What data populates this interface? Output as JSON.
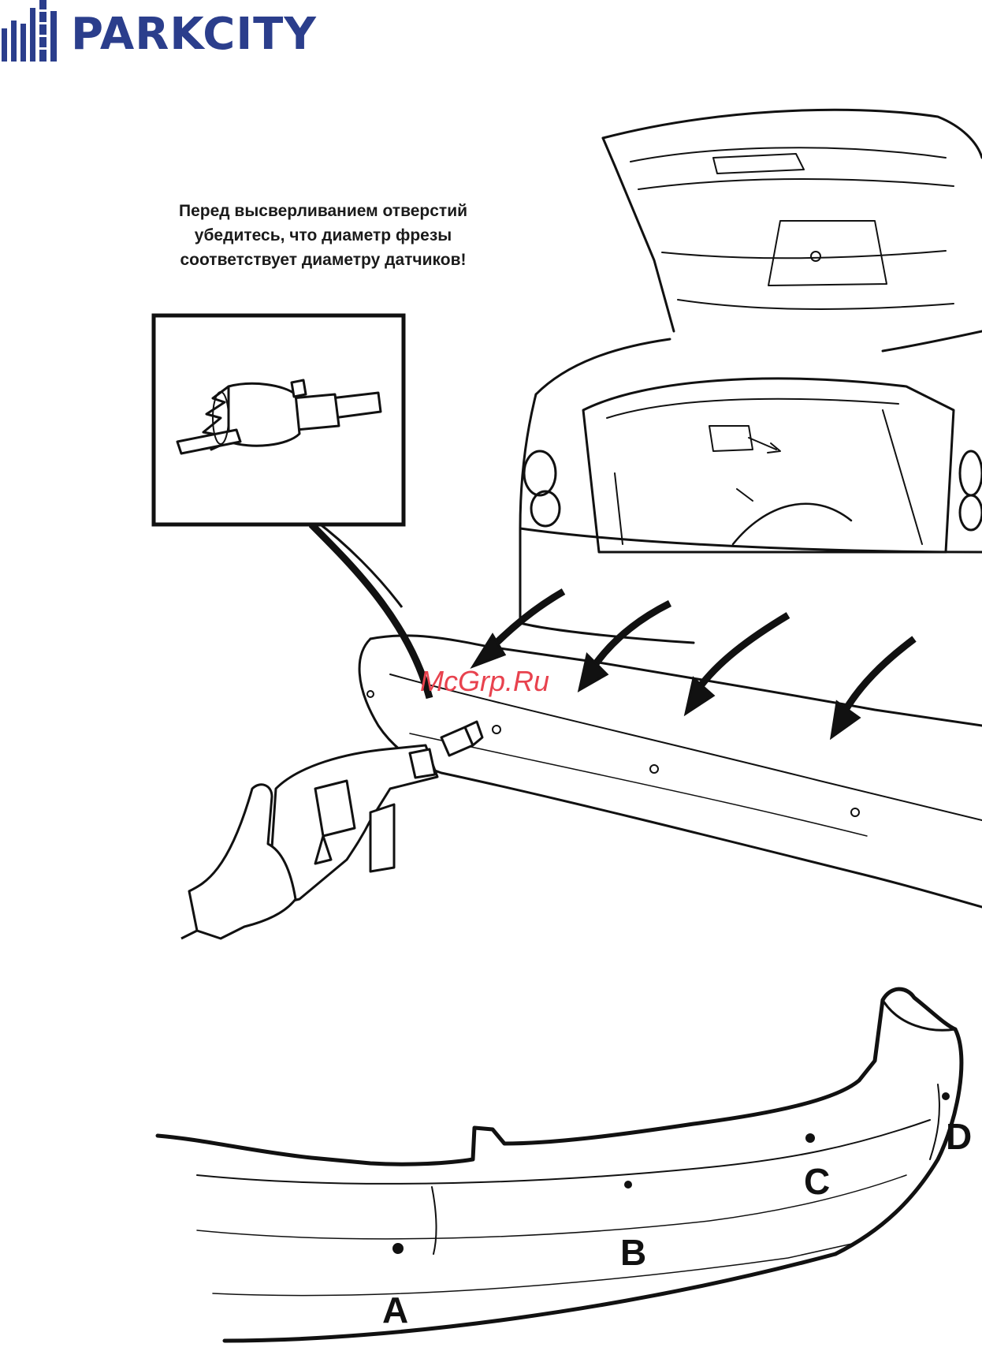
{
  "brand": {
    "name": "PARKCITY",
    "color": "#2b3e8c",
    "icon": "city-bars-icon"
  },
  "instruction": {
    "lines": [
      "Перед высверливанием отверстий",
      "убедитесь, что диаметр фрезы",
      "соответствует диаметру датчиков!"
    ]
  },
  "watermark": {
    "text": "McGrp.Ru",
    "color": "#e8424e"
  },
  "illustrations": {
    "top": "car-rear-drilling-illustration",
    "inset": "hole-saw-inset",
    "bottom": "bumper-sensor-layout"
  },
  "sensors": {
    "labels": [
      "A",
      "B",
      "C",
      "D"
    ]
  }
}
